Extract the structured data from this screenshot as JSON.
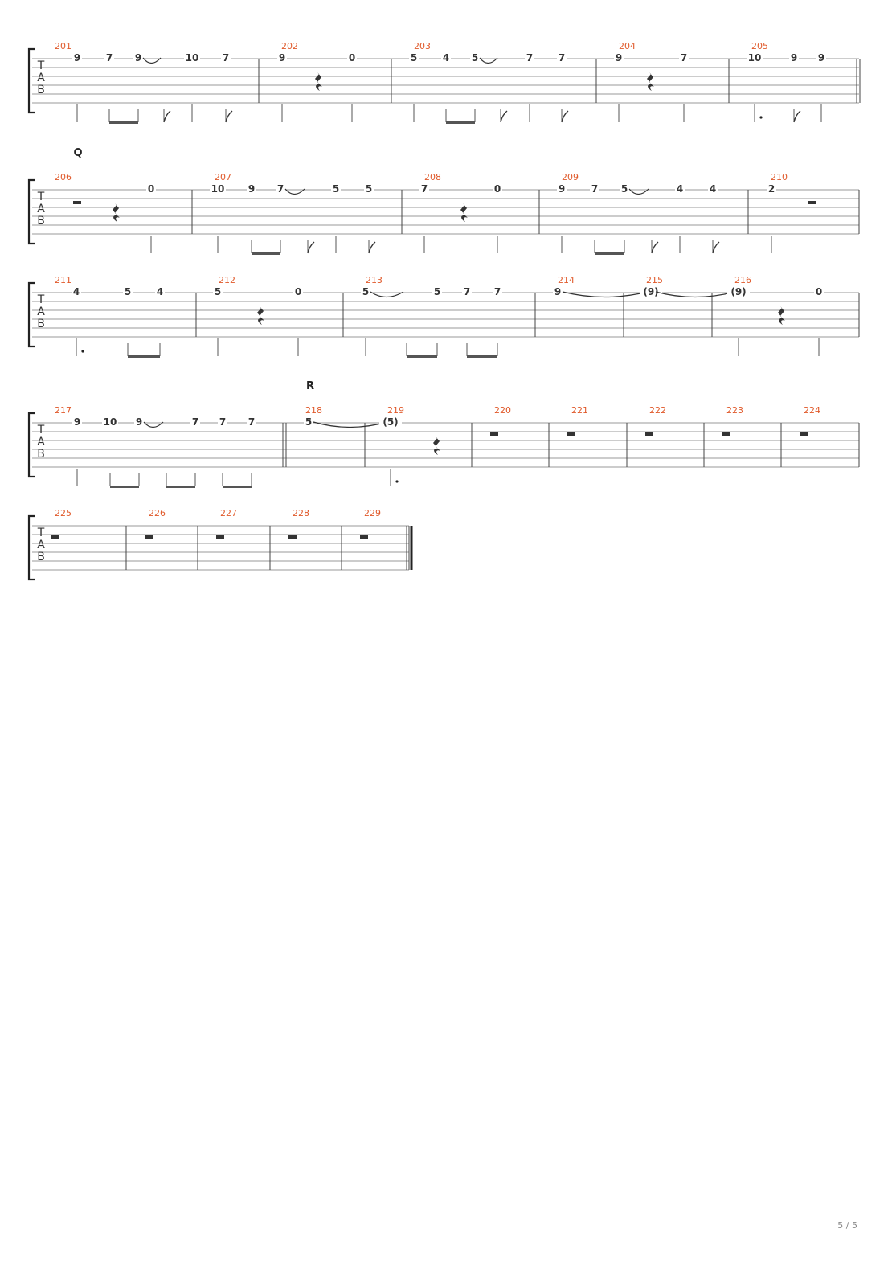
{
  "tab_clef": [
    "T",
    "A",
    "B"
  ],
  "page_number": "5 / 5",
  "systems": [
    {
      "measures": [
        {
          "number": "201",
          "events": [
            {
              "fret": "9",
              "dur": "q"
            },
            {
              "fret": "7",
              "dur": "e",
              "beam": "start"
            },
            {
              "fret": "9",
              "dur": "e",
              "beam": "end",
              "tie_to_next": true
            },
            {
              "fret": "",
              "dur": "e",
              "flag": true
            },
            {
              "fret": "10",
              "dur": "q"
            },
            {
              "fret": "7",
              "dur": "e",
              "flag": true
            }
          ]
        },
        {
          "number": "202",
          "events": [
            {
              "fret": "9",
              "dur": "q"
            },
            {
              "rest": "quarter"
            },
            {
              "fret": "0",
              "dur": "q"
            }
          ]
        },
        {
          "number": "203",
          "events": [
            {
              "fret": "5",
              "dur": "q"
            },
            {
              "fret": "4",
              "dur": "e",
              "beam": "start"
            },
            {
              "fret": "5",
              "dur": "e",
              "beam": "end",
              "tie_to_next": true
            },
            {
              "fret": "",
              "dur": "e",
              "flag": true
            },
            {
              "fret": "7",
              "dur": "q"
            },
            {
              "fret": "7",
              "dur": "e",
              "flag": true
            }
          ]
        },
        {
          "number": "204",
          "events": [
            {
              "fret": "9",
              "dur": "q"
            },
            {
              "rest": "quarter"
            },
            {
              "fret": "7",
              "dur": "q"
            }
          ]
        },
        {
          "number": "205",
          "events": [
            {
              "fret": "10",
              "dur": "q",
              "dotted": true
            },
            {
              "fret": "9",
              "dur": "e",
              "flag": true
            },
            {
              "fret": "9",
              "dur": "q"
            }
          ],
          "end_bar": "double"
        }
      ]
    },
    {
      "section": "Q",
      "measures": [
        {
          "number": "206",
          "events": [
            {
              "rest": "half"
            },
            {
              "rest": "quarter"
            },
            {
              "fret": "0",
              "dur": "q"
            }
          ]
        },
        {
          "number": "207",
          "events": [
            {
              "fret": "10",
              "dur": "q"
            },
            {
              "fret": "9",
              "dur": "e",
              "beam": "start"
            },
            {
              "fret": "7",
              "dur": "e",
              "beam": "end",
              "tie_to_next": true
            },
            {
              "fret": "",
              "dur": "e",
              "flag": true
            },
            {
              "fret": "5",
              "dur": "q"
            },
            {
              "fret": "5",
              "dur": "e",
              "flag": true
            }
          ]
        },
        {
          "number": "208",
          "events": [
            {
              "fret": "7",
              "dur": "q"
            },
            {
              "rest": "quarter"
            },
            {
              "fret": "0",
              "dur": "q"
            }
          ]
        },
        {
          "number": "209",
          "events": [
            {
              "fret": "9",
              "dur": "q"
            },
            {
              "fret": "7",
              "dur": "e",
              "beam": "start"
            },
            {
              "fret": "5",
              "dur": "e",
              "beam": "end",
              "tie_to_next": true
            },
            {
              "fret": "",
              "dur": "e",
              "flag": true
            },
            {
              "fret": "4",
              "dur": "q"
            },
            {
              "fret": "4",
              "dur": "e",
              "flag": true
            }
          ]
        },
        {
          "number": "210",
          "events": [
            {
              "fret": "2",
              "dur": "q"
            },
            {
              "rest": "half"
            }
          ]
        }
      ]
    },
    {
      "measures": [
        {
          "number": "211",
          "events": [
            {
              "fret": "4",
              "dur": "q",
              "dotted": true
            },
            {
              "fret": "5",
              "dur": "e",
              "beam": "start"
            },
            {
              "fret": "4",
              "dur": "e",
              "beam": "end"
            }
          ]
        },
        {
          "number": "212",
          "events": [
            {
              "fret": "5",
              "dur": "q"
            },
            {
              "rest": "quarter"
            },
            {
              "fret": "0",
              "dur": "q"
            }
          ]
        },
        {
          "number": "213",
          "events": [
            {
              "fret": "5",
              "dur": "q",
              "tie_to_next": true
            },
            {
              "fret": "",
              "dur": "e",
              "beam": "start"
            },
            {
              "fret": "5",
              "dur": "e",
              "beam": "end"
            },
            {
              "fret": "7",
              "dur": "e",
              "beam": "start"
            },
            {
              "fret": "7",
              "dur": "e",
              "beam": "end"
            }
          ]
        },
        {
          "number": "214",
          "events": [
            {
              "fret": "9",
              "dur": "none",
              "tie_to_next": true
            }
          ]
        },
        {
          "number": "215",
          "events": [
            {
              "fret": "(9)",
              "dur": "none",
              "tie_to_next": true
            }
          ]
        },
        {
          "number": "216",
          "events": [
            {
              "fret": "(9)",
              "dur": "q"
            },
            {
              "rest": "quarter"
            },
            {
              "fret": "0",
              "dur": "q"
            }
          ]
        }
      ]
    },
    {
      "section": "R",
      "measures": [
        {
          "number": "217",
          "events": [
            {
              "fret": "9",
              "dur": "q"
            },
            {
              "fret": "10",
              "dur": "e",
              "beam": "start"
            },
            {
              "fret": "9",
              "dur": "e",
              "beam": "end",
              "tie_to_next": true
            },
            {
              "fret": "",
              "dur": "e",
              "beam": "start"
            },
            {
              "fret": "7",
              "dur": "e",
              "beam": "end"
            },
            {
              "fret": "7",
              "dur": "e",
              "beam": "start"
            },
            {
              "fret": "7",
              "dur": "e",
              "beam": "end"
            }
          ],
          "end_bar": "double"
        },
        {
          "number": "218",
          "events": [
            {
              "fret": "5",
              "dur": "none",
              "tie_to_next": true
            }
          ]
        },
        {
          "number": "219",
          "events": [
            {
              "fret": "(5)",
              "dur": "q",
              "dotted": true
            },
            {
              "rest": "quarter"
            }
          ]
        },
        {
          "number": "220",
          "events": [
            {
              "rest": "whole"
            }
          ]
        },
        {
          "number": "221",
          "events": [
            {
              "rest": "whole"
            }
          ]
        },
        {
          "number": "222",
          "events": [
            {
              "rest": "whole"
            }
          ]
        },
        {
          "number": "223",
          "events": [
            {
              "rest": "whole"
            }
          ]
        },
        {
          "number": "224",
          "events": [
            {
              "rest": "whole"
            }
          ]
        }
      ]
    },
    {
      "measures": [
        {
          "number": "225",
          "events": [
            {
              "rest": "whole"
            }
          ]
        },
        {
          "number": "226",
          "events": [
            {
              "rest": "whole"
            }
          ]
        },
        {
          "number": "227",
          "events": [
            {
              "rest": "whole"
            }
          ]
        },
        {
          "number": "228",
          "events": [
            {
              "rest": "whole"
            }
          ]
        },
        {
          "number": "229",
          "events": [
            {
              "rest": "whole"
            }
          ],
          "end_bar": "final"
        }
      ]
    }
  ]
}
